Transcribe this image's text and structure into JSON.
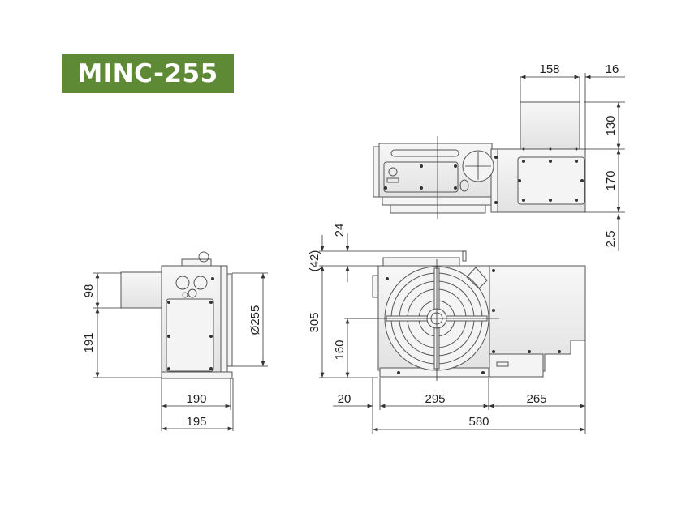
{
  "title": "MINC-255",
  "colors": {
    "badge_bg": "#5e8a36",
    "badge_text": "#ffffff",
    "line": "#333333",
    "body_fill": "#eeeeee"
  },
  "views": {
    "top_view": {
      "dimensions": {
        "motor_width": "158",
        "motor_offset": "16",
        "motor_height": "130",
        "body_height": "170",
        "base_offset": "2.5"
      }
    },
    "side_view": {
      "dimensions": {
        "motor_height": "98",
        "center_height": "191",
        "table_diameter": "Ø255",
        "base_width": "190",
        "overall_width": "195"
      }
    },
    "front_view": {
      "dimensions": {
        "top_clearance": "24",
        "top_offset": "(42)",
        "overall_height": "305",
        "center_height": "160",
        "left_offset": "20",
        "table_width": "295",
        "motor_length": "265",
        "overall_length": "580"
      }
    }
  }
}
